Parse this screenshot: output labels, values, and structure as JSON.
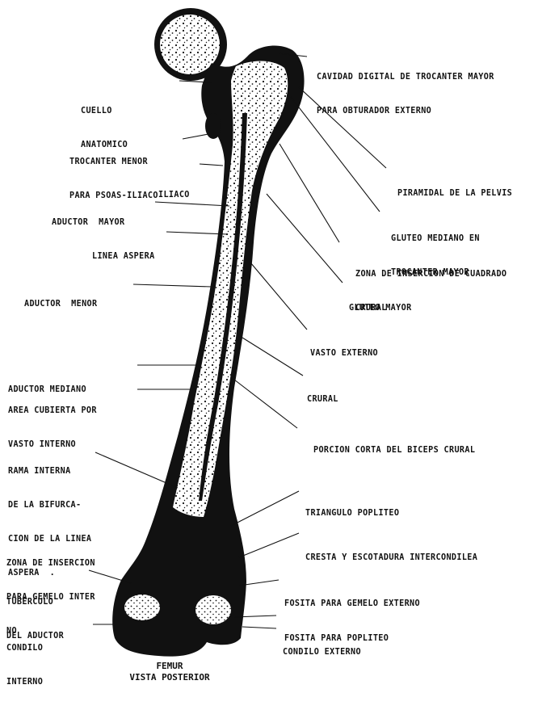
{
  "colors": {
    "bone": "#111111",
    "paper": "#ffffff",
    "ink": "#111111"
  },
  "caption": {
    "line1": "FEMUR",
    "line2": "VISTA POSTERIOR"
  },
  "labels": {
    "cavidad_digital": [
      "CAVIDAD DIGITAL DE TROCANTER MAYOR",
      "PARA OBTURADOR EXTERNO"
    ],
    "cuello_anatomico": [
      "CUELLO",
      "ANATOMICO"
    ],
    "trocanter_menor": [
      "TROCANTER MENOR",
      "PARA PSOAS-ILIACO"
    ],
    "iliaco": [
      "ILIACO"
    ],
    "piramidal": [
      "PIRAMIDAL DE LA PELVIS"
    ],
    "aductor_mayor": [
      "ADUCTOR  MAYOR"
    ],
    "gluteo_mediano": [
      "GLUTEO MEDIANO EN",
      "TROCANTER MAYOR"
    ],
    "linea_aspera": [
      "LINEA ASPERA"
    ],
    "zona_cuadrado": [
      "ZONA DE INSERCION DE CUADRADO",
      "CRURAL"
    ],
    "aductor_menor": [
      "ADUCTOR  MENOR"
    ],
    "gluteo_mayor": [
      "GLUTEO MAYOR"
    ],
    "vasto_externo": [
      "VASTO EXTERNO"
    ],
    "aductor_mediano": [
      "ADUCTOR MEDIANO"
    ],
    "crural": [
      "CRURAL"
    ],
    "area_cubierta": [
      "AREA CUBIERTA POR",
      "VASTO INTERNO"
    ],
    "porcion_corta": [
      "PORCION CORTA DEL BICEPS CRURAL"
    ],
    "rama_interna": [
      "RAMA INTERNA",
      "DE LA BIFURCA-",
      "CION DE LA LINEA",
      "ASPERA  ."
    ],
    "triangulo_popliteo": [
      "TRIANGULO POPLITEO"
    ],
    "cresta": [
      "CRESTA Y ESCOTADURA INTERCONDILEA"
    ],
    "zona_gemelo_interno": [
      "ZONA DE INSERCION",
      "PARA GEMELO INTER",
      "NO"
    ],
    "fosita_gemelo_externo": [
      "FOSITA PARA GEMELO EXTERNO"
    ],
    "tuberculo": [
      "TUBERCULO",
      "DEL ADUCTOR"
    ],
    "fosita_popliteo": [
      "FOSITA PARA POPLITEO"
    ],
    "condilo_interno": [
      "CONDILO",
      "INTERNO"
    ],
    "condilo_externo": [
      "CONDILO EXTERNO"
    ]
  }
}
